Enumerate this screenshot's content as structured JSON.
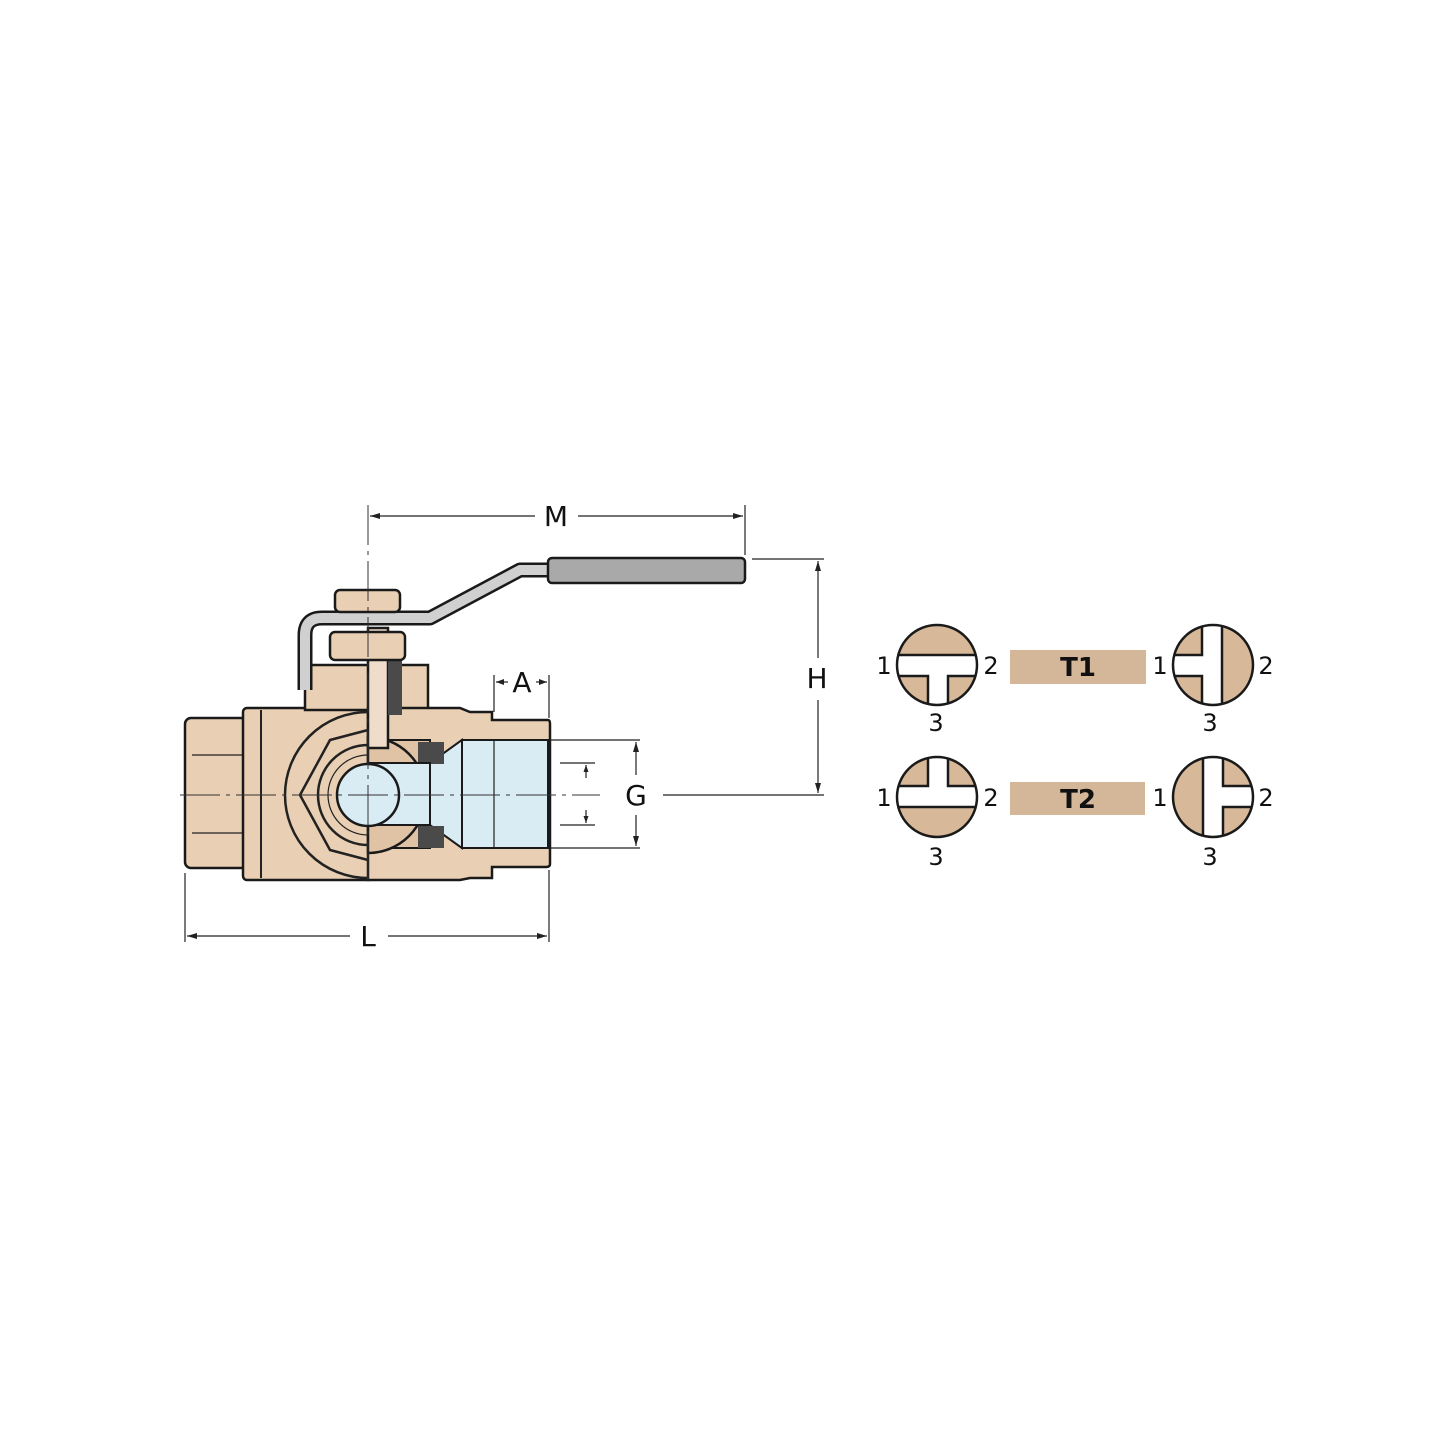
{
  "colors": {
    "bronze": "#e9cfb3",
    "port_fill": "#d7b899",
    "label_bar": "#d4b799",
    "bore": "#d9ecf4",
    "handle_grip": "#a9a9a9",
    "seal": "#4a4a4a"
  },
  "dimensions": {
    "M": "M",
    "H": "H",
    "A": "A",
    "G": "G",
    "L": "L"
  },
  "port_diagrams": {
    "T1": {
      "label": "T1",
      "ports": [
        "1",
        "2",
        "3"
      ]
    },
    "T2": {
      "label": "T2",
      "ports": [
        "1",
        "2",
        "3"
      ]
    }
  }
}
